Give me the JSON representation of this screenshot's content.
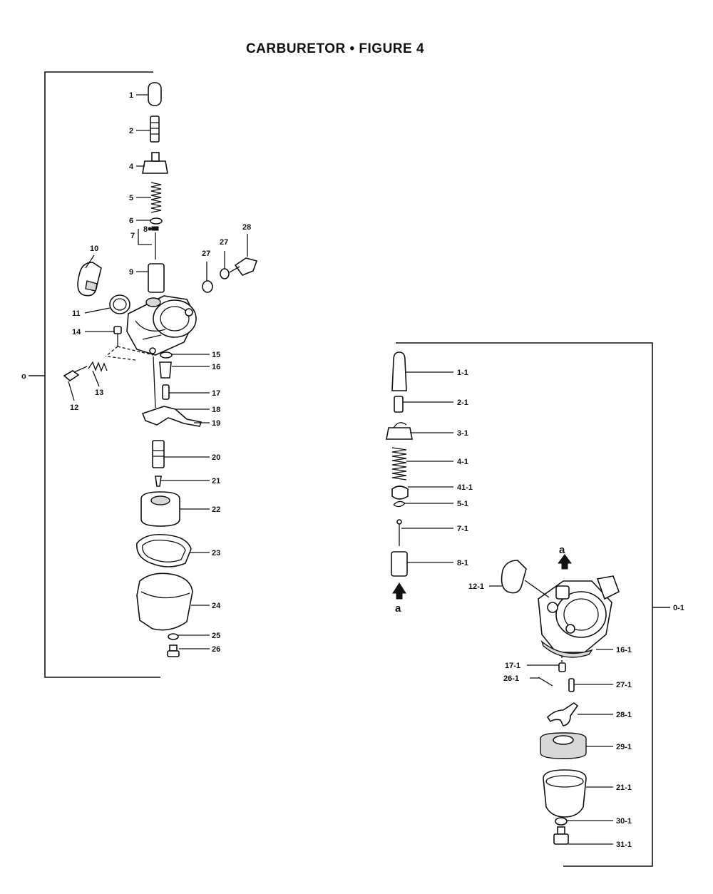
{
  "title": "CARBURETOR  •  FIGURE  4",
  "assembly_left": {
    "ref_label": "o",
    "callouts": [
      "1",
      "2",
      "4",
      "5",
      "6",
      "8",
      "7",
      "10",
      "9",
      "27",
      "27",
      "28",
      "11",
      "14",
      "15",
      "16",
      "13",
      "12",
      "17",
      "18",
      "19",
      "20",
      "21",
      "22",
      "23",
      "24",
      "25",
      "26"
    ]
  },
  "assembly_right": {
    "ref_label": "0-1",
    "marker_label": "a",
    "callouts": [
      "1-1",
      "2-1",
      "3-1",
      "4-1",
      "41-1",
      "5-1",
      "7-1",
      "8-1",
      "12-1",
      "16-1",
      "17-1",
      "26-1",
      "27-1",
      "28-1",
      "29-1",
      "21-1",
      "30-1",
      "31-1"
    ]
  }
}
